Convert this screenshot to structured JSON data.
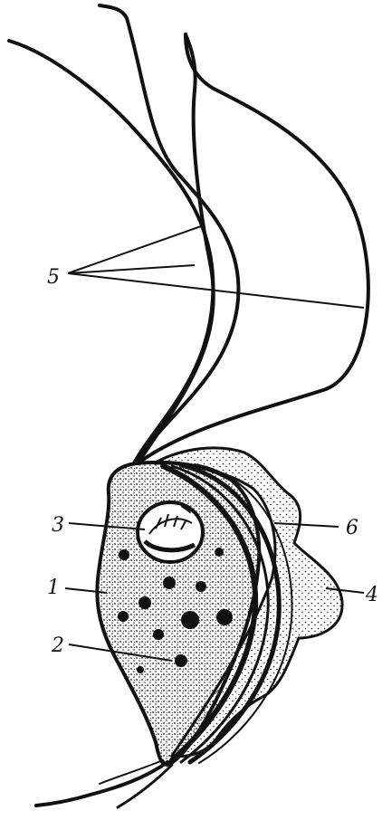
{
  "labels": {
    "l1": "1",
    "l2": "2",
    "l3": "3",
    "l4": "4",
    "l5": "5",
    "l6": "6"
  },
  "colors": {
    "ink": "#111111",
    "background": "#ffffff"
  }
}
